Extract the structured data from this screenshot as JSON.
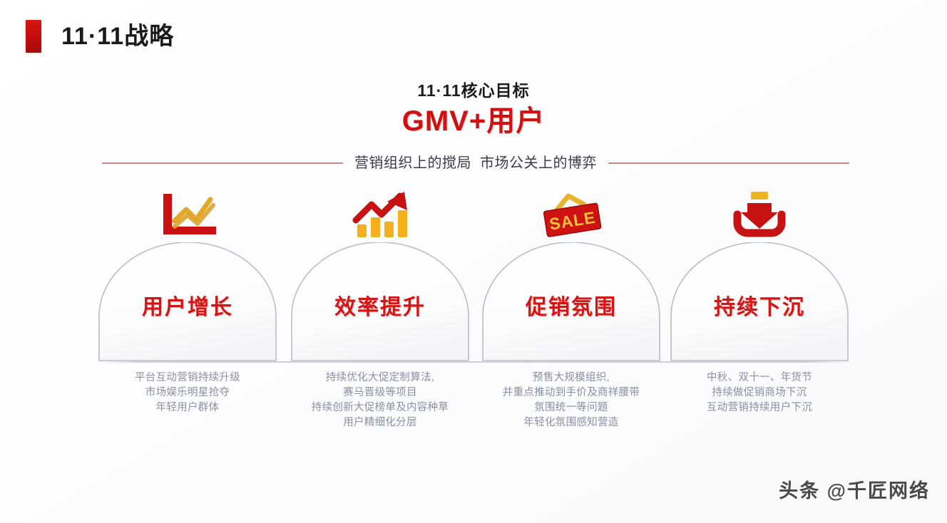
{
  "header": {
    "title": "11·11战略",
    "marker_color": "#c00f0f"
  },
  "goal": {
    "subtitle": "11·11核心目标",
    "main": "GMV+用户",
    "main_color": "#cf1111"
  },
  "taglines": {
    "left": "营销组织上的搅局",
    "right": "市场公关上的博弈",
    "rule_color": "#c4726b"
  },
  "pillars": [
    {
      "icon": "line-chart-icon",
      "label": "用户增长",
      "caption": [
        "平台互动营销持续升级",
        "市场娱乐明星抢夺",
        "年轻用户群体"
      ]
    },
    {
      "icon": "bar-chart-growth-icon",
      "label": "效率提升",
      "caption": [
        "持续优化大促定制算法,",
        "赛马晋级等项目",
        "持续创新大促榜单及内容种草",
        "用户精细化分层"
      ]
    },
    {
      "icon": "sale-tag-icon",
      "label": "促销氛围",
      "caption": [
        "预售大规模组织,",
        "并重点推动到手价及商祥腰带",
        "氛围统一等问题",
        "年轻化氛围感知营造"
      ]
    },
    {
      "icon": "download-arrow-icon",
      "label": "持续下沉",
      "caption": [
        "中秋、双十一、年货节",
        "持续做促销商场下沉",
        "互动营销持续用户下沉"
      ]
    }
  ],
  "watermark": "头条 @千匠网络",
  "palette": {
    "red": "#cf1111",
    "dark_red": "#b40d0d",
    "gold": "#f0a81e",
    "yellow": "#f5c842",
    "caption_gray": "#8a8fa3",
    "arch_stroke": "#b9bdc8",
    "background": "#fdfdfe"
  }
}
